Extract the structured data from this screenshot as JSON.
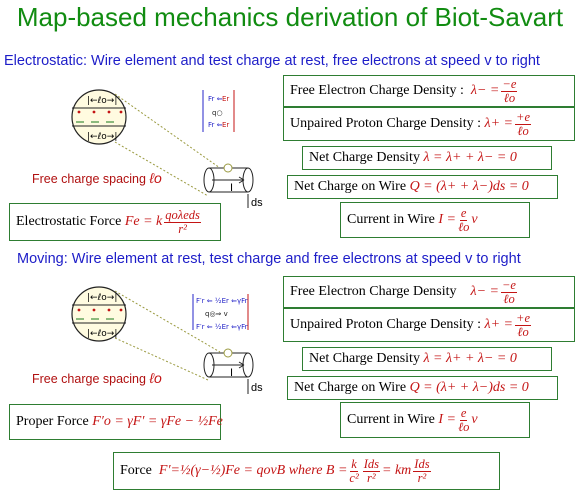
{
  "title": "Map-based mechanics derivation of Biot-Savart",
  "section1": {
    "heading": "Electrostatic: Wire element and test charge at rest, free electrons at speed v to right",
    "electron_density_label": "Free Electron Charge Density  :",
    "electron_density_sym": "λ− =",
    "electron_density_num": "−e",
    "electron_density_den": "ℓo",
    "proton_density_label": "Unpaired Proton Charge Density :",
    "proton_density_sym": "λ+ =",
    "proton_density_num": "+e",
    "proton_density_den": "ℓo",
    "net_density_label": "Net Charge Density",
    "net_density_expr": "λ = λ+ + λ− = 0",
    "net_charge_label": "Net Charge on Wire",
    "net_charge_expr": "Q = (λ+ + λ−)ds = 0",
    "current_label": "Current in Wire",
    "current_sym": "I =",
    "current_num": "e",
    "current_den": "ℓo",
    "current_tail": "v",
    "force_label": "Electrostatic Force",
    "force_sym": "Fe = k",
    "force_num": "qoλeds",
    "force_den": "r²",
    "spacing_label": "Free charge spacing",
    "spacing_sym": "ℓo",
    "wire_current": "I",
    "ds_label": "ds"
  },
  "section2": {
    "heading": "Moving: Wire element at rest, test charge and free electrons at speed v to right",
    "electron_density_label": "Free Electron Charge Density",
    "electron_density_sym": "λ− =",
    "electron_density_num": "−e",
    "electron_density_den": "ℓo",
    "proton_density_label": "Unpaired Proton Charge Density :",
    "proton_density_sym": "λ+ =",
    "proton_density_num": "+e",
    "proton_density_den": "ℓo",
    "net_density_label": "Net Charge Density",
    "net_density_expr": "λ = λ+ + λ− = 0",
    "net_charge_label": "Net Charge on Wire",
    "net_charge_expr": "Q = (λ+ + λ−)ds = 0",
    "current_label": "Current in Wire",
    "current_sym": "I =",
    "current_num": "e",
    "current_den": "ℓo",
    "current_tail": "v",
    "force_label": "Proper Force",
    "force_expr": "F′o = γF′ = γFe − ½Fe",
    "spacing_label": "Free charge spacing",
    "spacing_sym": "ℓo",
    "wire_current": "I",
    "ds_label": "ds"
  },
  "bottom": {
    "force_label": "Force",
    "force_expr_1": "F′=½(γ−½)Fe = qovB where B =",
    "k_num": "k",
    "k_den": "c²",
    "lds_num": "Ids",
    "lds_den": "r²",
    "equals_km": "= km",
    "lds2_num": "Ids",
    "lds2_den": "r²"
  },
  "colors": {
    "title": "#118c11",
    "heading": "#1d1dc8",
    "math": "#c41414",
    "box_border": "#2e7d32"
  }
}
